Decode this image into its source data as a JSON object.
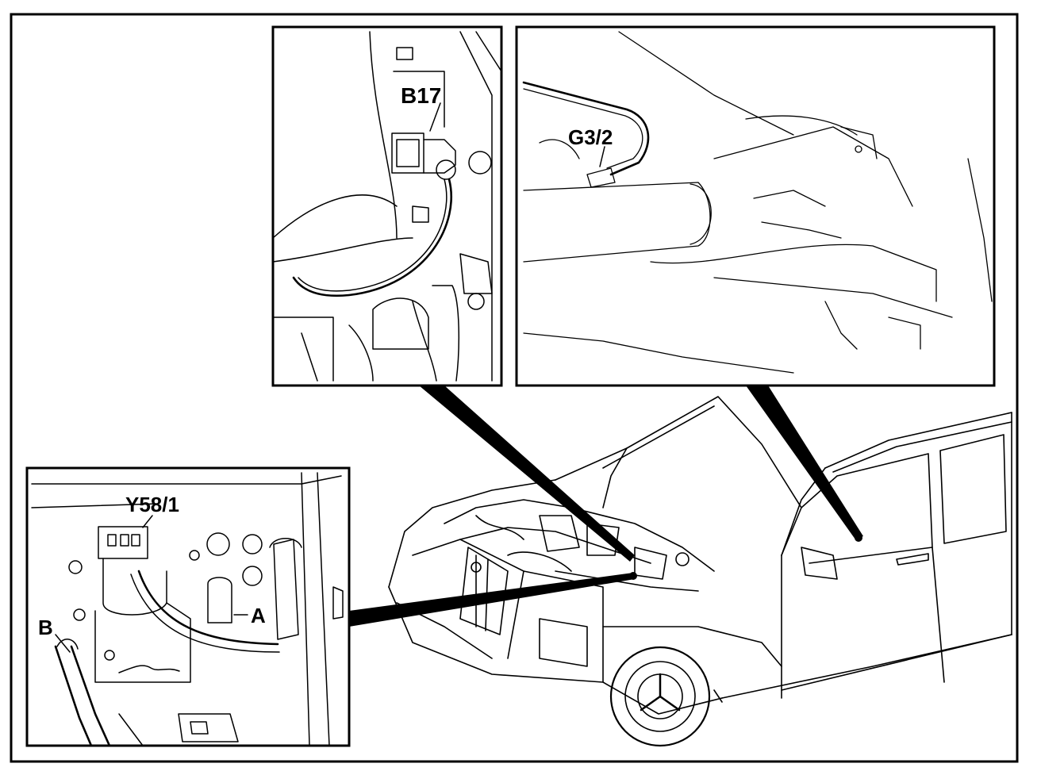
{
  "labels": {
    "b17": "B17",
    "g32": "G3/2",
    "y581": "Y58/1",
    "a": "A",
    "b": "B"
  },
  "colors": {
    "ink": "#000000",
    "paper": "#ffffff"
  }
}
